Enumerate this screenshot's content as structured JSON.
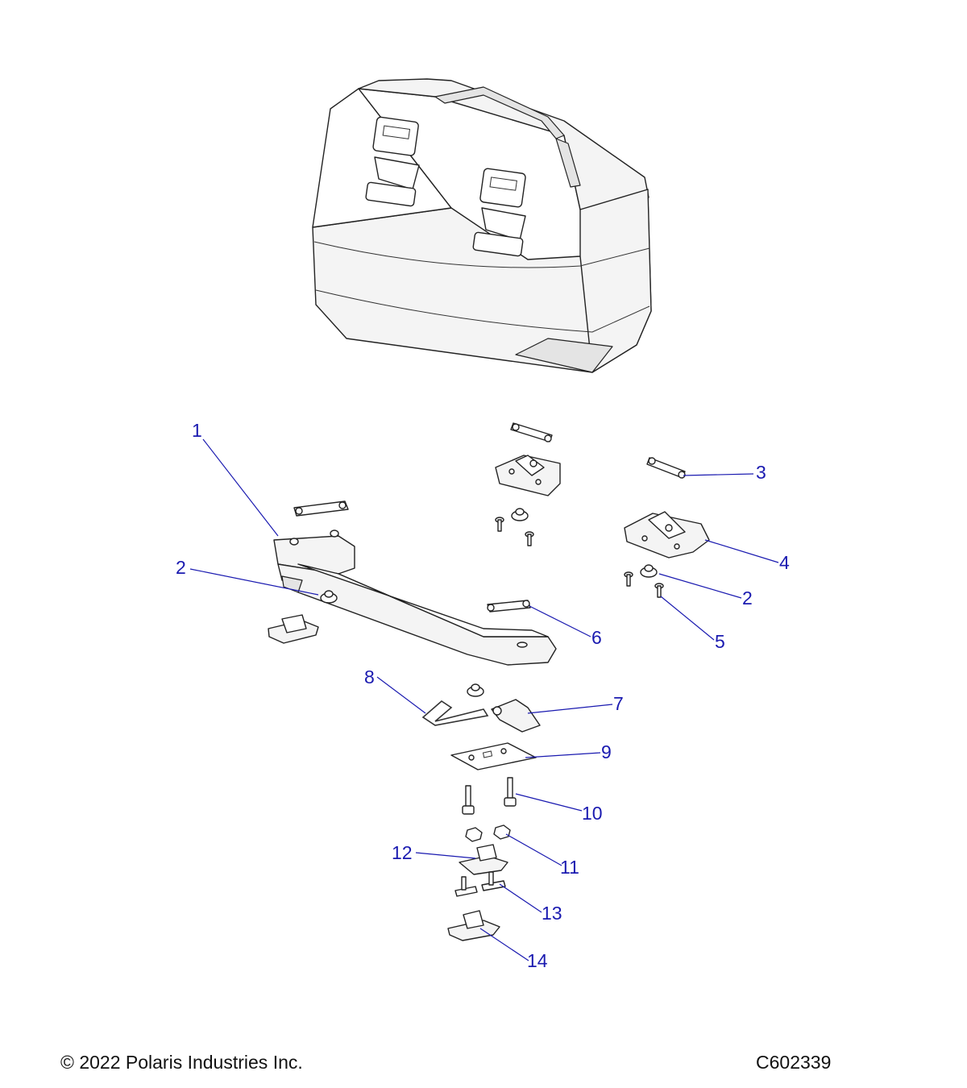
{
  "diagram": {
    "callouts": [
      {
        "id": "c1",
        "label": "1"
      },
      {
        "id": "c2a",
        "label": "2"
      },
      {
        "id": "c3",
        "label": "3"
      },
      {
        "id": "c4",
        "label": "4"
      },
      {
        "id": "c2b",
        "label": "2"
      },
      {
        "id": "c5",
        "label": "5"
      },
      {
        "id": "c6",
        "label": "6"
      },
      {
        "id": "c7",
        "label": "7"
      },
      {
        "id": "c8",
        "label": "8"
      },
      {
        "id": "c9",
        "label": "9"
      },
      {
        "id": "c10",
        "label": "10"
      },
      {
        "id": "c11",
        "label": "11"
      },
      {
        "id": "c12",
        "label": "12"
      },
      {
        "id": "c13",
        "label": "13"
      },
      {
        "id": "c14",
        "label": "14"
      }
    ],
    "colors": {
      "callout": "#1a1ab0",
      "line": "#222222",
      "fill": "#f4f4f4"
    }
  },
  "footer": {
    "copyright": "© 2022 Polaris Industries Inc.",
    "figure_id": "C602339"
  }
}
